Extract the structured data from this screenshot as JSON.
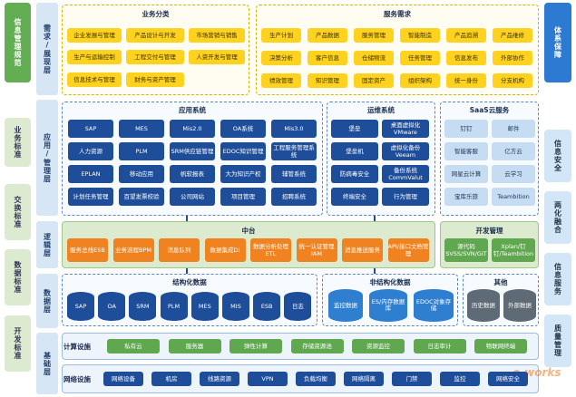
{
  "left_column": {
    "top": "信息管理规范",
    "items": [
      "业务标准",
      "交换标准",
      "数据标准",
      "开发标准"
    ]
  },
  "right_column": {
    "top": "体系保障",
    "items": [
      "信息安全",
      "两化融合",
      "信息服务",
      "质量管理"
    ]
  },
  "layers": {
    "demand": "需求/展现层",
    "app": "应用/管理层",
    "logic": "逻辑层",
    "data": "数据层",
    "base": "基础层"
  },
  "business": {
    "title": "业务分类",
    "items": [
      "企业发展与管理",
      "产品设计与开发",
      "市场营销与销售",
      "生产与运输控制",
      "工程交付与管理",
      "人资开发与管理",
      "信息技术与管理",
      "财务与资产管理"
    ]
  },
  "service": {
    "title": "服务需求",
    "items": [
      "生产计划",
      "产品数据",
      "服务管理",
      "智能制造",
      "产品追溯",
      "产品维修",
      "决策分析",
      "客户信息",
      "仓储物流",
      "任务管理",
      "信息发布",
      "外部协作",
      "绩效管理",
      "知识管理",
      "固定资产",
      "组织架构",
      "统一身份",
      "分支机构"
    ]
  },
  "apps": {
    "title": "应用系统",
    "items": [
      "SAP",
      "MES",
      "Mis2.0",
      "OA系统",
      "Mis3.0",
      "人力资源",
      "PLM",
      "SRM供应链管理",
      "EDOC知识管理",
      "工程服务管理系统",
      "EPLAN",
      "移动应用",
      "帆软报表",
      "大为知识产权",
      "辅管系统",
      "计划任务管理",
      "百望发票校验",
      "公司网站",
      "项目管理",
      "招聘系统"
    ]
  },
  "ops": {
    "title": "运维系统",
    "items": [
      "堡垒机",
      "桌面虚拟化VMware",
      "堡垒机",
      "虚拟化备份Veeam",
      "防病毒安全",
      "备份系统CommValut",
      "终端安全",
      "行为管理"
    ],
    "display": [
      "堡垒",
      "桌面虚拟化VMware",
      "堡垒机",
      "虚拟化备份Veeam",
      "防病毒安全",
      "备份系统CommValut",
      "终端安全",
      "行为管理"
    ]
  },
  "saas": {
    "title": "SaaS云服务",
    "items": [
      "钉钉",
      "邮件",
      "智能客服",
      "亿方云",
      "网星云计算",
      "云学习",
      "宝库乐旅",
      "Teambition"
    ]
  },
  "middle": {
    "title": "中台",
    "items": [
      "服务总线ESB",
      "业务流程BPM",
      "消息队列",
      "数据集成DI",
      "数据分析处理ETL",
      "统一认证管理IAM",
      "消息推送服务",
      "API/接口文档管理"
    ]
  },
  "dev": {
    "title": "开发管理",
    "items": [
      "源代码SVSS/SVN/GIT",
      "Xplan/钉钉/Teambition"
    ]
  },
  "structured": {
    "title": "结构化数据",
    "items": [
      "SAP",
      "OA",
      "SRM",
      "PLM",
      "MES",
      "MIS",
      "ESB",
      "日志"
    ]
  },
  "unstructured": {
    "title": "非结构化数据",
    "items": [
      "监控数据",
      "ES/内存数据库",
      "EDOC对象存储"
    ]
  },
  "other": {
    "title": "其他",
    "items": [
      "历史数据",
      "外部数据"
    ]
  },
  "compute": {
    "title": "计算设施",
    "items": [
      "私有云",
      "服务器",
      "弹性计算",
      "存储资源池",
      "资源监控",
      "日志审计",
      "物联网终端"
    ]
  },
  "network": {
    "title": "网络设施",
    "items": [
      "网络设备",
      "机房",
      "线路资源",
      "VPN",
      "负载均衡",
      "网络隔离",
      "门禁",
      "监控",
      "网络安全"
    ]
  },
  "watermark": "e-works",
  "colors": {
    "green": "#63ae53",
    "blue": "#2c7ad1",
    "navy": "#1e4e9a",
    "yellow": "#ffd21f",
    "orange": "#f0831f"
  }
}
